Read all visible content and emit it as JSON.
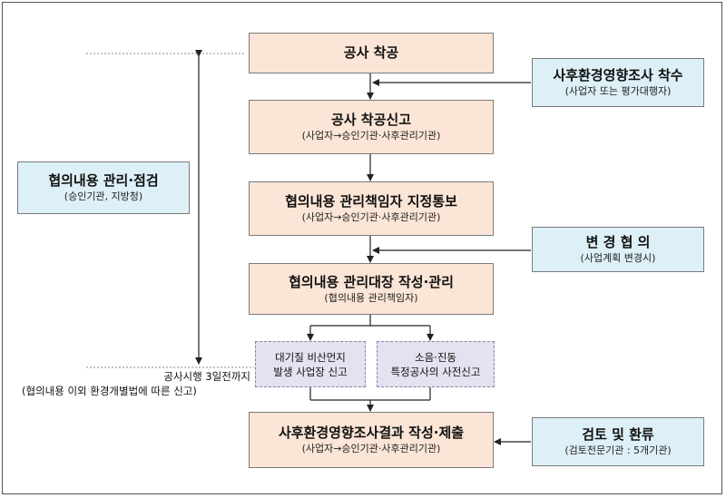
{
  "main_flow": {
    "step1": {
      "title": "공사 착공"
    },
    "step2": {
      "title": "공사 착공신고",
      "sub": "(사업자→승인기관·사후관리기관)"
    },
    "step3": {
      "title": "협의내용 관리책임자 지정통보",
      "sub": "(사업자→승인기관·사후관리기관)"
    },
    "step4": {
      "title": "협의내용 관리대장 작성·관리",
      "sub": "(협의내용 관리책임자)"
    },
    "step5a": {
      "line1": "대기질 비산먼지",
      "line2": "발생 사업장 신고"
    },
    "step5b": {
      "line1": "소음·진동",
      "line2": "특정공사의 사전신고"
    },
    "step6": {
      "title": "사후환경영향조사결과 작성·제출",
      "sub": "(사업자→승인기관·사후관리기관)"
    }
  },
  "side_boxes": {
    "start_survey": {
      "title": "사후환경영향조사 착수",
      "sub": "(사업자 또는 평가대행자)"
    },
    "change_consult": {
      "title": "변 경 협 의",
      "sub": "(사업계획 변경시)"
    },
    "review": {
      "title": "검토 및 환류",
      "sub": "(검토전문기관 : 5개기관)"
    },
    "management": {
      "title": "협의내용 관리·점검",
      "sub": "(승인기관, 지방청)"
    }
  },
  "notes": {
    "deadline": "공사시행 3일전까지",
    "deadline_sub": "(협의내용 이외 환경개별법에 따른 신고)"
  },
  "colors": {
    "peach": "#fbe5d6",
    "blue": "#def0f7",
    "lavender": "#e6e1f0",
    "line": "#333333"
  }
}
